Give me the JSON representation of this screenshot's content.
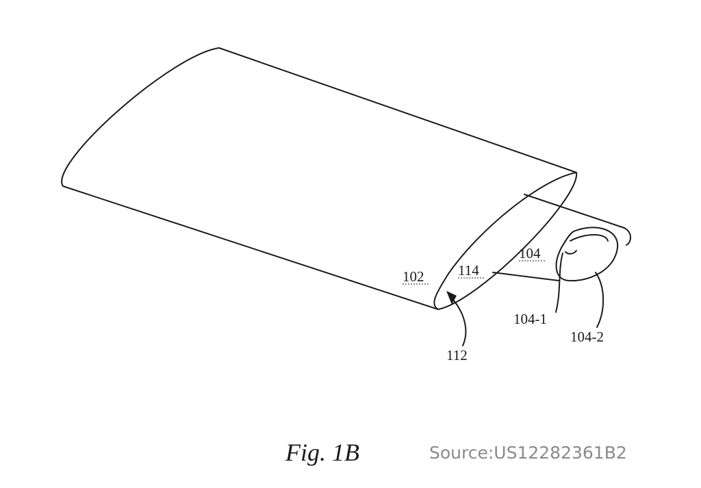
{
  "labels": {
    "housing": "102",
    "insert": "104",
    "insert_part_1": "104-1",
    "insert_part_2": "104-2",
    "opening": "112",
    "cavity": "114"
  },
  "caption": "Fig. 1B",
  "source": "Source:US12282361B2",
  "colors": {
    "line": "#1a1a1a",
    "background": "#ffffff",
    "source_text": "#8a8a8a"
  }
}
